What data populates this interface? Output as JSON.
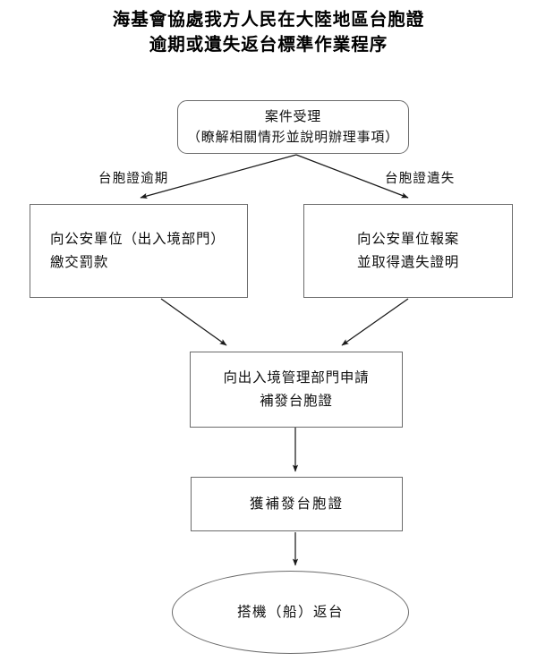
{
  "document": {
    "title_lines": [
      "海基會協處我方人民在大陸地區台胞證",
      "逾期或遺失返台標準作業程序"
    ]
  },
  "chart_data": {
    "type": "diagram",
    "diagram_type": "flowchart",
    "orientation": "top-to-bottom",
    "title": "海基會協處我方人民在大陸地區台胞證逾期或遺失返台標準作業程序",
    "nodes": [
      {
        "id": "intake",
        "shape": "rounded-rectangle",
        "text": "案件受理\n（瞭解相關情形並說明辦理事項）",
        "align": "center"
      },
      {
        "id": "overdue",
        "shape": "rectangle",
        "text": "向公安單位（出入境部門）\n繳交罰款",
        "align": "left"
      },
      {
        "id": "lost",
        "shape": "rectangle",
        "text": "向公安單位報案\n並取得遺失證明",
        "align": "center"
      },
      {
        "id": "reapply",
        "shape": "rectangle",
        "text": "向出入境管理部門申請\n補發台胞證",
        "align": "center"
      },
      {
        "id": "reissued",
        "shape": "rectangle",
        "text": "獲補發台胞證",
        "align": "center"
      },
      {
        "id": "return",
        "shape": "ellipse",
        "text": "搭機（船）返台",
        "align": "center"
      }
    ],
    "edges": [
      {
        "from": "intake",
        "to": "overdue",
        "label": "台胞證逾期",
        "style": "diagonal-arrow"
      },
      {
        "from": "intake",
        "to": "lost",
        "label": "台胞證遺失",
        "style": "diagonal-arrow"
      },
      {
        "from": "overdue",
        "to": "reapply",
        "label": "",
        "style": "diagonal-arrow"
      },
      {
        "from": "lost",
        "to": "reapply",
        "label": "",
        "style": "diagonal-arrow"
      },
      {
        "from": "reapply",
        "to": "reissued",
        "label": "",
        "style": "vertical-arrow"
      },
      {
        "from": "reissued",
        "to": "return",
        "label": "",
        "style": "vertical-arrow"
      }
    ],
    "colors": {
      "background": "#ffffff",
      "node_border": "#6b6b6b",
      "node_fill": "#ffffff",
      "text": "#111111",
      "connector": "#1a1a1a"
    }
  }
}
